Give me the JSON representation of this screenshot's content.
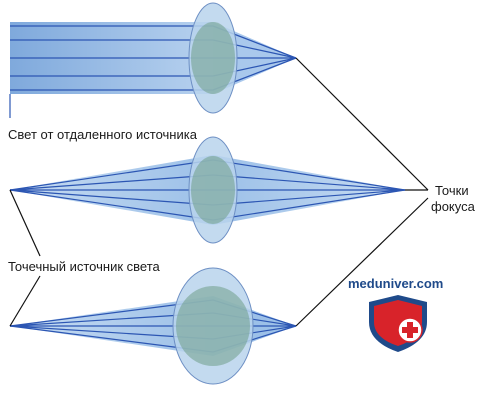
{
  "labels": {
    "distant_source": "Свет от отдаленного источника",
    "point_source": "Точечный источник света",
    "focus_points_line1": "Точки",
    "focus_points_line2": "фокуса"
  },
  "watermark": {
    "text": "meduniver.com",
    "icon": "medical-shield-icon"
  },
  "colors": {
    "beam_fill": "#8fb7e3",
    "beam_light": "#c3d9f1",
    "ray": "#2c56b3",
    "lens_fill": "#b9d3ec",
    "lens_edge": "#6d8fc4",
    "lens_core": "#6f9f88",
    "pointer": "#111111",
    "shield_blue": "#1f4a8a",
    "shield_red": "#d8232a"
  }
}
